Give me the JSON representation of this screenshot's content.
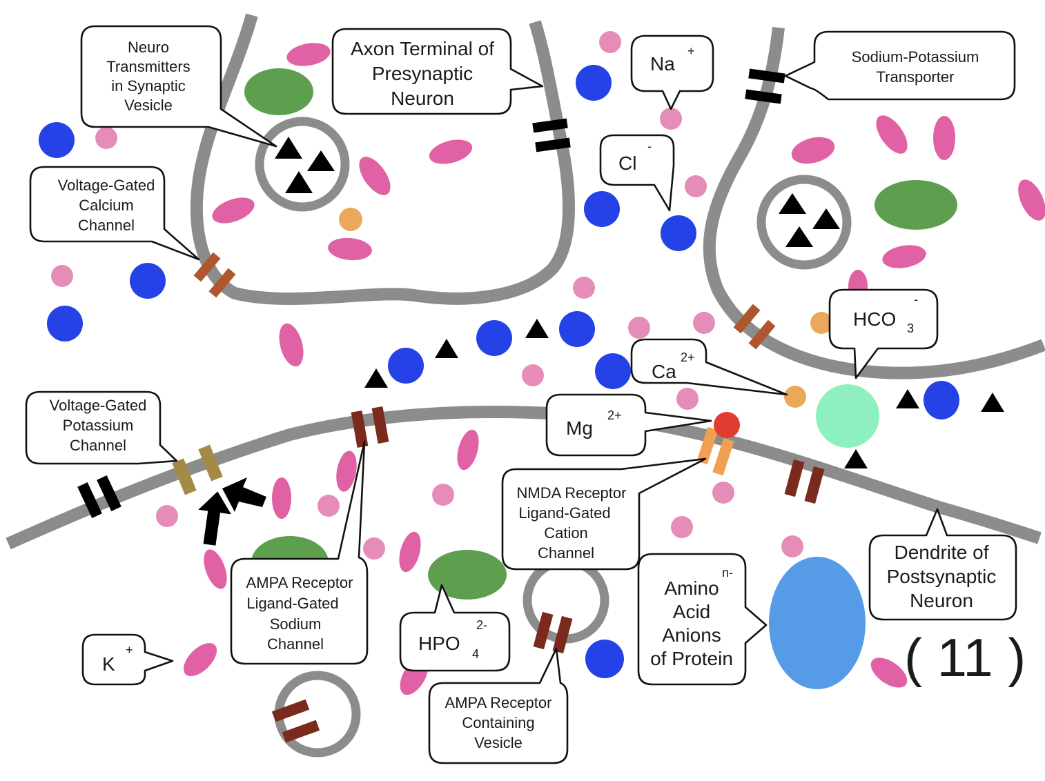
{
  "title": "Chemical synapse: ions, channels and receptors",
  "figure_number": "( 11 )",
  "colors": {
    "membrane": "#8c8c8c",
    "sodium_ion": "#e58cb8",
    "potassium_ion": "#e062a5",
    "chloride_ion": "#2442e6",
    "calcium_ion": "#eaa95a",
    "magnesium_ion": "#e23b2f",
    "phosphate_ion": "#5e9e4f",
    "bicarbonate_ion": "#8ef0c0",
    "protein_anion": "#559be6",
    "neurotransmitter": "#000000",
    "calcium_channel": "#b0562e",
    "potassium_channel": "#a48a45",
    "ampa_receptor": "#7a2b1d",
    "nmda_receptor": "#f0a050",
    "na_k_pump": "#000000"
  },
  "labels": {
    "neurotransmitters": [
      "Neuro",
      "Transmitters",
      "in Synaptic",
      "Vesicle"
    ],
    "axon_terminal": [
      "Axon Terminal of",
      "Presynaptic",
      "Neuron"
    ],
    "sodium": {
      "symbol": "Na",
      "charge": "+"
    },
    "chloride": {
      "symbol": "Cl",
      "charge": "-"
    },
    "na_k_transporter": [
      "Sodium-Potassium",
      "Transporter"
    ],
    "ca_channel": [
      "Voltage-Gated",
      "Calcium",
      "Channel"
    ],
    "bicarbonate": {
      "symbol": "HCO",
      "subscript": "3",
      "charge": "-"
    },
    "calcium": {
      "symbol": "Ca",
      "charge": "2+"
    },
    "k_channel": [
      "Voltage-Gated",
      "Potassium",
      "Channel"
    ],
    "magnesium": {
      "symbol": "Mg",
      "charge": "2+"
    },
    "nmda": [
      "NMDA Receptor",
      "Ligand-Gated",
      "Cation",
      "Channel"
    ],
    "ampa_channel": [
      "AMPA Receptor",
      "Ligand-Gated",
      "Sodium",
      "Channel"
    ],
    "potassium": {
      "symbol": "K",
      "charge": "+"
    },
    "phosphate": {
      "symbol": "HPO",
      "subscript": "4",
      "charge": "2-"
    },
    "ampa_vesicle": [
      "AMPA Receptor",
      "Containing",
      "Vesicle"
    ],
    "protein": {
      "lines": [
        "Amino",
        "Acid",
        "Anions",
        "of Protein"
      ],
      "charge": "n-"
    },
    "dendrite": [
      "Dendrite of",
      "Postsynaptic",
      "Neuron"
    ]
  }
}
